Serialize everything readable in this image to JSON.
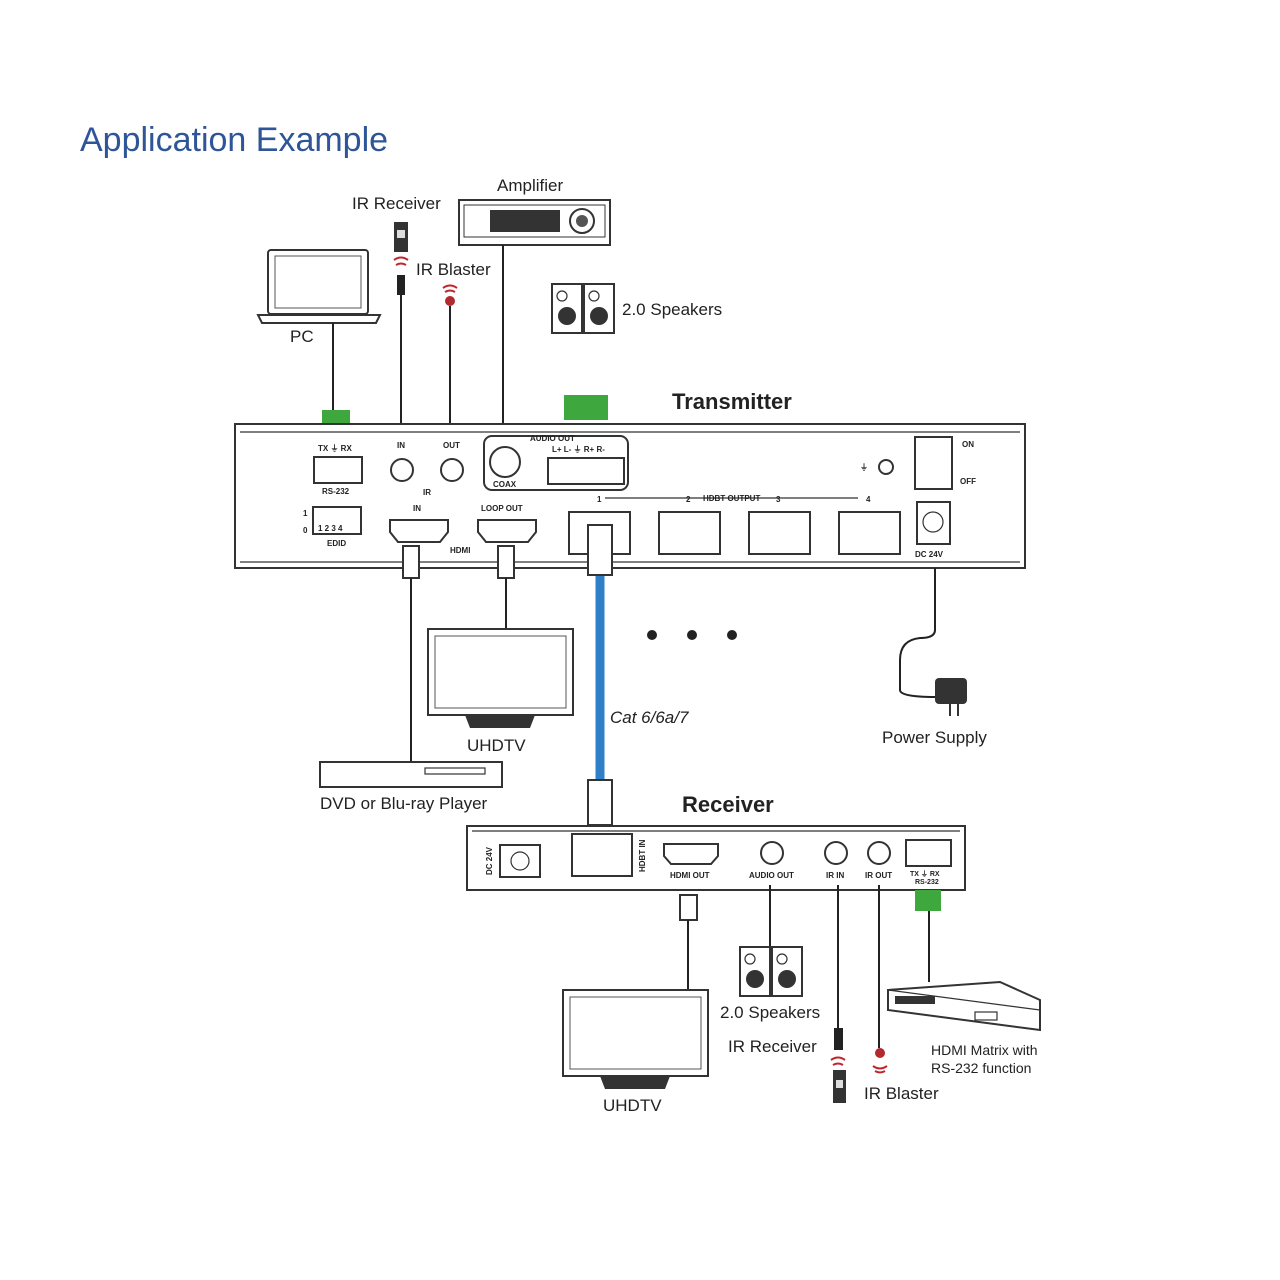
{
  "title": "Application Example",
  "colors": {
    "title": "#2e5597",
    "cable": "#2f7fc9",
    "terminal": "#3ea83e",
    "ir": "#c0272d"
  },
  "devices": {
    "pc": "PC",
    "ir_receiver": "IR Receiver",
    "ir_blaster": "IR Blaster",
    "amplifier": "Amplifier",
    "speakers": "2.0 Speakers",
    "transmitter": "Transmitter",
    "uhdtv": "UHDTV",
    "dvd": "DVD or Blu-ray Player",
    "cable": "Cat 6/6a/7",
    "power_supply": "Power Supply",
    "receiver": "Receiver",
    "rx_uhdtv": "UHDTV",
    "rx_speakers": "2.0 Speakers",
    "rx_ir_receiver": "IR Receiver",
    "rx_ir_blaster": "IR Blaster",
    "matrix_line1": "HDMI Matrix with",
    "matrix_line2": "RS-232 function"
  },
  "transmitter_panel": {
    "rs232_pins": "TX ⏚ RX",
    "rs232": "RS-232",
    "ir_in": "IN",
    "ir_out": "OUT",
    "ir": "IR",
    "audio_out": "AUDIO OUT",
    "audio_pins": "L+ L- ⏚ R+ R-",
    "coax": "COAX",
    "edid": "EDID",
    "edid_1": "1",
    "edid_0": "0",
    "edid_switches": "1 2 3 4",
    "hdmi_in": "IN",
    "loop_out": "LOOP OUT",
    "hdmi": "HDMI",
    "hdbt_output": "HDBT OUTPUT",
    "port1": "1",
    "port2": "2",
    "port3": "3",
    "port4": "4",
    "ground": "⏚",
    "on": "ON",
    "off": "OFF",
    "dc": "DC 24V"
  },
  "receiver_panel": {
    "dc": "DC 24V",
    "hdbt_in": "HDBT IN",
    "hdmi_out": "HDMI OUT",
    "audio_out": "AUDIO OUT",
    "ir_in": "IR IN",
    "ir_out": "IR OUT",
    "rs232_pins": "TX ⏚ RX",
    "rs232": "RS-232"
  }
}
